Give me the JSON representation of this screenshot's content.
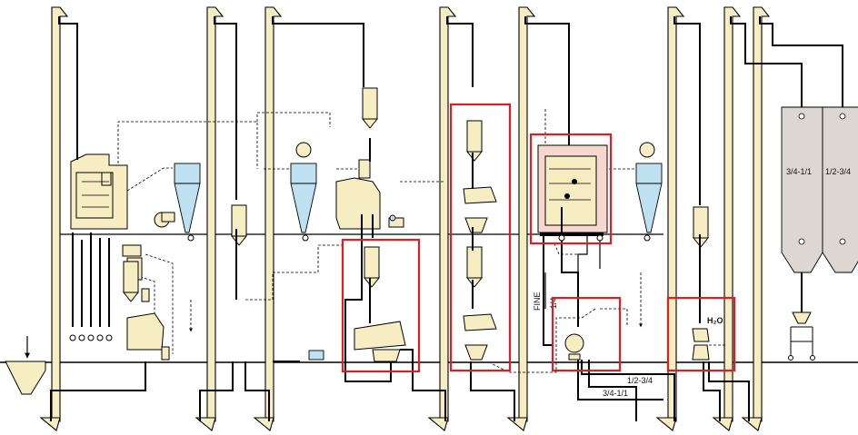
{
  "colors": {
    "cream": "#f6eec2",
    "blue": "#bfe0f1",
    "grey": "#dcd7d2",
    "highlight": "#e01c24",
    "pink": "#f5d7cf"
  },
  "labels": {
    "fine": "FINE",
    "quarter": "1/4",
    "half_three_quarter": "1/2-3/4",
    "three_quarter_one": "3/4-1/1",
    "water": "H₂O",
    "bin1": "3/4-1/1",
    "bin2": "1/2-3/4"
  },
  "highlighted_sections": [
    "aspirator-stage",
    "double-grinding-stage",
    "sifter-stage",
    "sorting-stage",
    "conditioning-stage"
  ]
}
